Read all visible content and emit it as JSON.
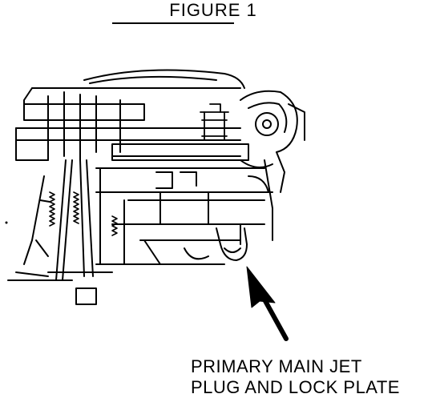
{
  "figure": {
    "title": "FIGURE 1"
  },
  "callout": {
    "line1": "PRIMARY  MAIN  JET",
    "line2": "PLUG AND LOCK  PLATE"
  },
  "colors": {
    "ink": "#000000",
    "paper": "#ffffff"
  }
}
